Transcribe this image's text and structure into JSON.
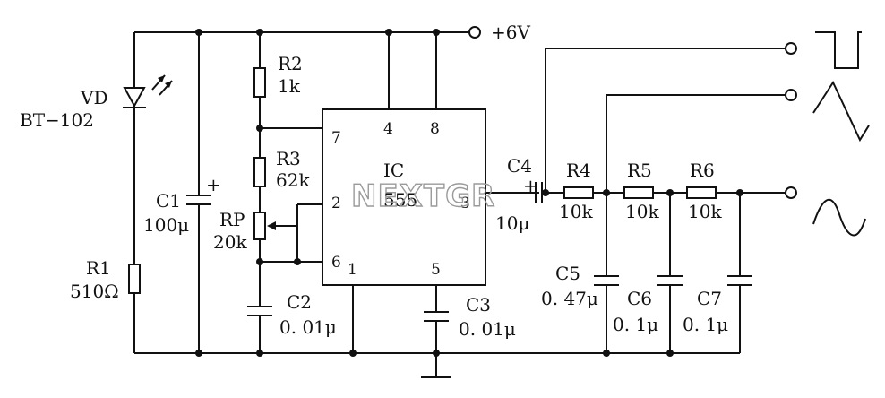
{
  "supply": {
    "label": "+6V"
  },
  "ic": {
    "name": "IC",
    "part": "555",
    "pins": {
      "p7": "7",
      "p4": "4",
      "p8": "8",
      "p2": "2",
      "p3": "3",
      "p6": "6",
      "p1": "1",
      "p5": "5"
    }
  },
  "components": {
    "vd": {
      "name": "VD",
      "value": "BT−102"
    },
    "r1": {
      "name": "R1",
      "value": "510Ω"
    },
    "c1": {
      "name": "C1",
      "value": "100μ",
      "polarity": "+"
    },
    "r2": {
      "name": "R2",
      "value": "1k"
    },
    "r3": {
      "name": "R3",
      "value": "62k"
    },
    "rp": {
      "name": "RP",
      "value": "20k"
    },
    "c2": {
      "name": "C2",
      "value": "0. 01μ"
    },
    "c3": {
      "name": "C3",
      "value": "0. 01μ"
    },
    "c4": {
      "name": "C4",
      "value": "10μ",
      "polarity": "+"
    },
    "r4": {
      "name": "R4",
      "value": "10k"
    },
    "r5": {
      "name": "R5",
      "value": "10k"
    },
    "r6": {
      "name": "R6",
      "value": "10k"
    },
    "c5": {
      "name": "C5",
      "value": "0. 47μ"
    },
    "c6": {
      "name": "C6",
      "value": "0. 1μ"
    },
    "c7": {
      "name": "C7",
      "value": "0. 1μ"
    }
  },
  "outputs": [
    "square-wave-icon",
    "triangle-wave-icon",
    "sine-wave-icon"
  ],
  "watermark": "NEXTGR"
}
